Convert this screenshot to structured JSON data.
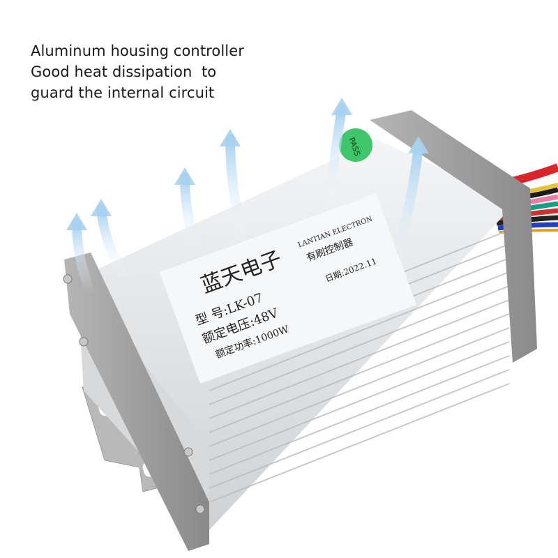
{
  "caption": {
    "lines": [
      "Aluminum housing controller",
      "Good heat dissipation  to",
      "guard the internal circuit"
    ]
  },
  "product": {
    "type": "brushed motor controller",
    "pass_sticker": "PASS",
    "label": {
      "brand_cn": "蓝天电子",
      "brand_en": "LANTIAN ELECTRON",
      "product_cn": "有刷控制器",
      "model": "型 号:LK-07",
      "voltage": "额定电压:48V",
      "power": "额定功率:1000W",
      "date": "日期:2022.11"
    },
    "wire_colors": [
      "#d9262a",
      "#e8c13a",
      "#1c1c1c",
      "#e87fa3",
      "#1a9e86",
      "#c9322f",
      "#222222",
      "#2240b8",
      "#e0a020"
    ],
    "colors": {
      "housing": "#e6e8ea",
      "end_cap": "#9a9a9a",
      "sticker": "#3fc56a",
      "airflow": "#a9d2f0"
    }
  }
}
